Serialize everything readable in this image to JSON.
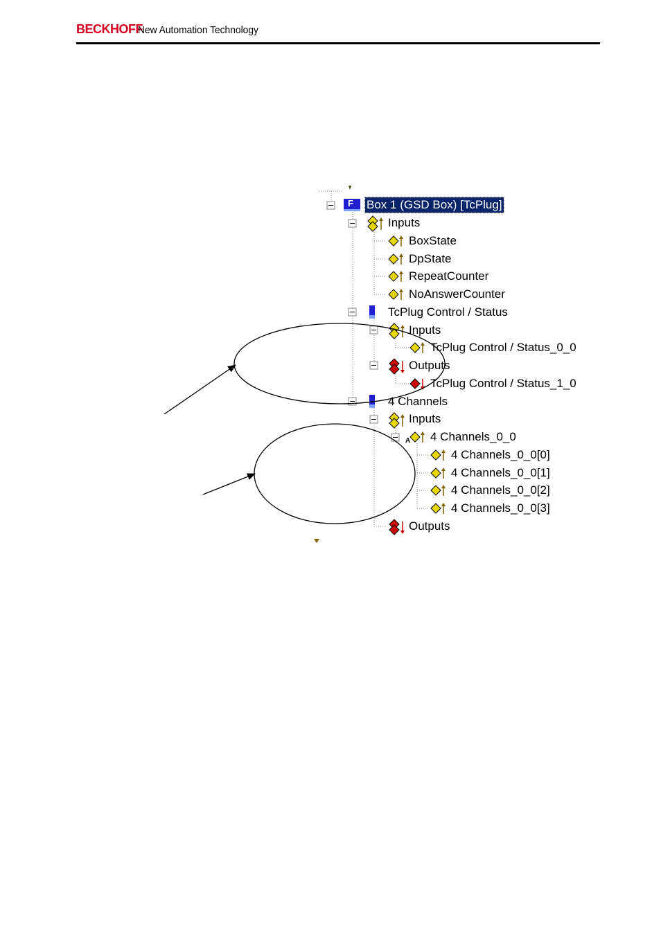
{
  "header": {
    "brand": "BECKHOFF",
    "tagline": "New Automation Technology",
    "brand_color": "#d7001e"
  },
  "tree": {
    "box": "Box 1 (GSD Box) [TcPlug]",
    "box_inputs": "Inputs",
    "box_state": "BoxState",
    "dp_state": "DpState",
    "repeat_counter": "RepeatCounter",
    "no_answer_counter": "NoAnswerCounter",
    "tcplug_module": "TcPlug Control / Status",
    "tcplug_inputs": "Inputs",
    "tcplug_status_0": "TcPlug Control / Status_0_0",
    "tcplug_outputs": "Outputs",
    "tcplug_status_1": "TcPlug Control / Status_1_0",
    "channels_module": "4 Channels",
    "channels_inputs": "Inputs",
    "channels_array": "4 Channels_0_0",
    "channel_0": "4 Channels_0_0[0]",
    "channel_1": "4 Channels_0_0[1]",
    "channel_2": "4 Channels_0_0[2]",
    "channel_3": "4 Channels_0_0[3]",
    "channels_outputs": "Outputs",
    "box_icon_letter": "F",
    "array_marker": "A"
  },
  "colors": {
    "selection": "#0a246a",
    "module_icon": "#2020d0",
    "input_icon": "#e8d800",
    "output_icon": "#cc0000"
  }
}
